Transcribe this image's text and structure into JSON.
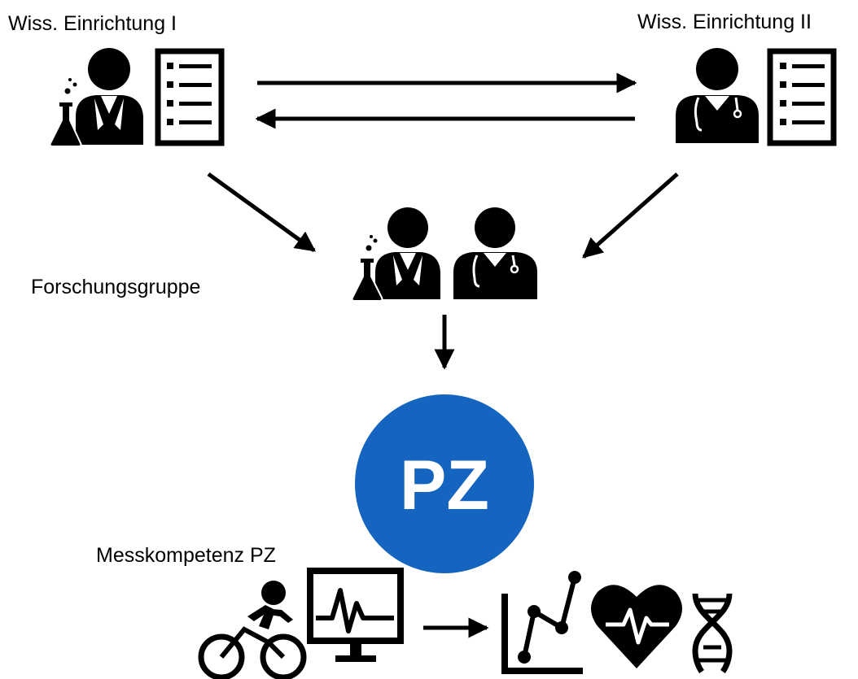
{
  "labels": {
    "institution_1": "Wiss. Einrichtung I",
    "institution_2": "Wiss. Einrichtung II",
    "research_group": "Forschungsgruppe",
    "measurement": "Messkompetenz PZ"
  },
  "center_node": {
    "text": "PZ",
    "color": "#1565C0"
  },
  "icons": [
    "scientist-icon",
    "document-list-icon",
    "doctor-icon",
    "cyclist-icon",
    "monitor-ecg-icon",
    "line-chart-icon",
    "heart-rate-icon",
    "dna-icon"
  ]
}
